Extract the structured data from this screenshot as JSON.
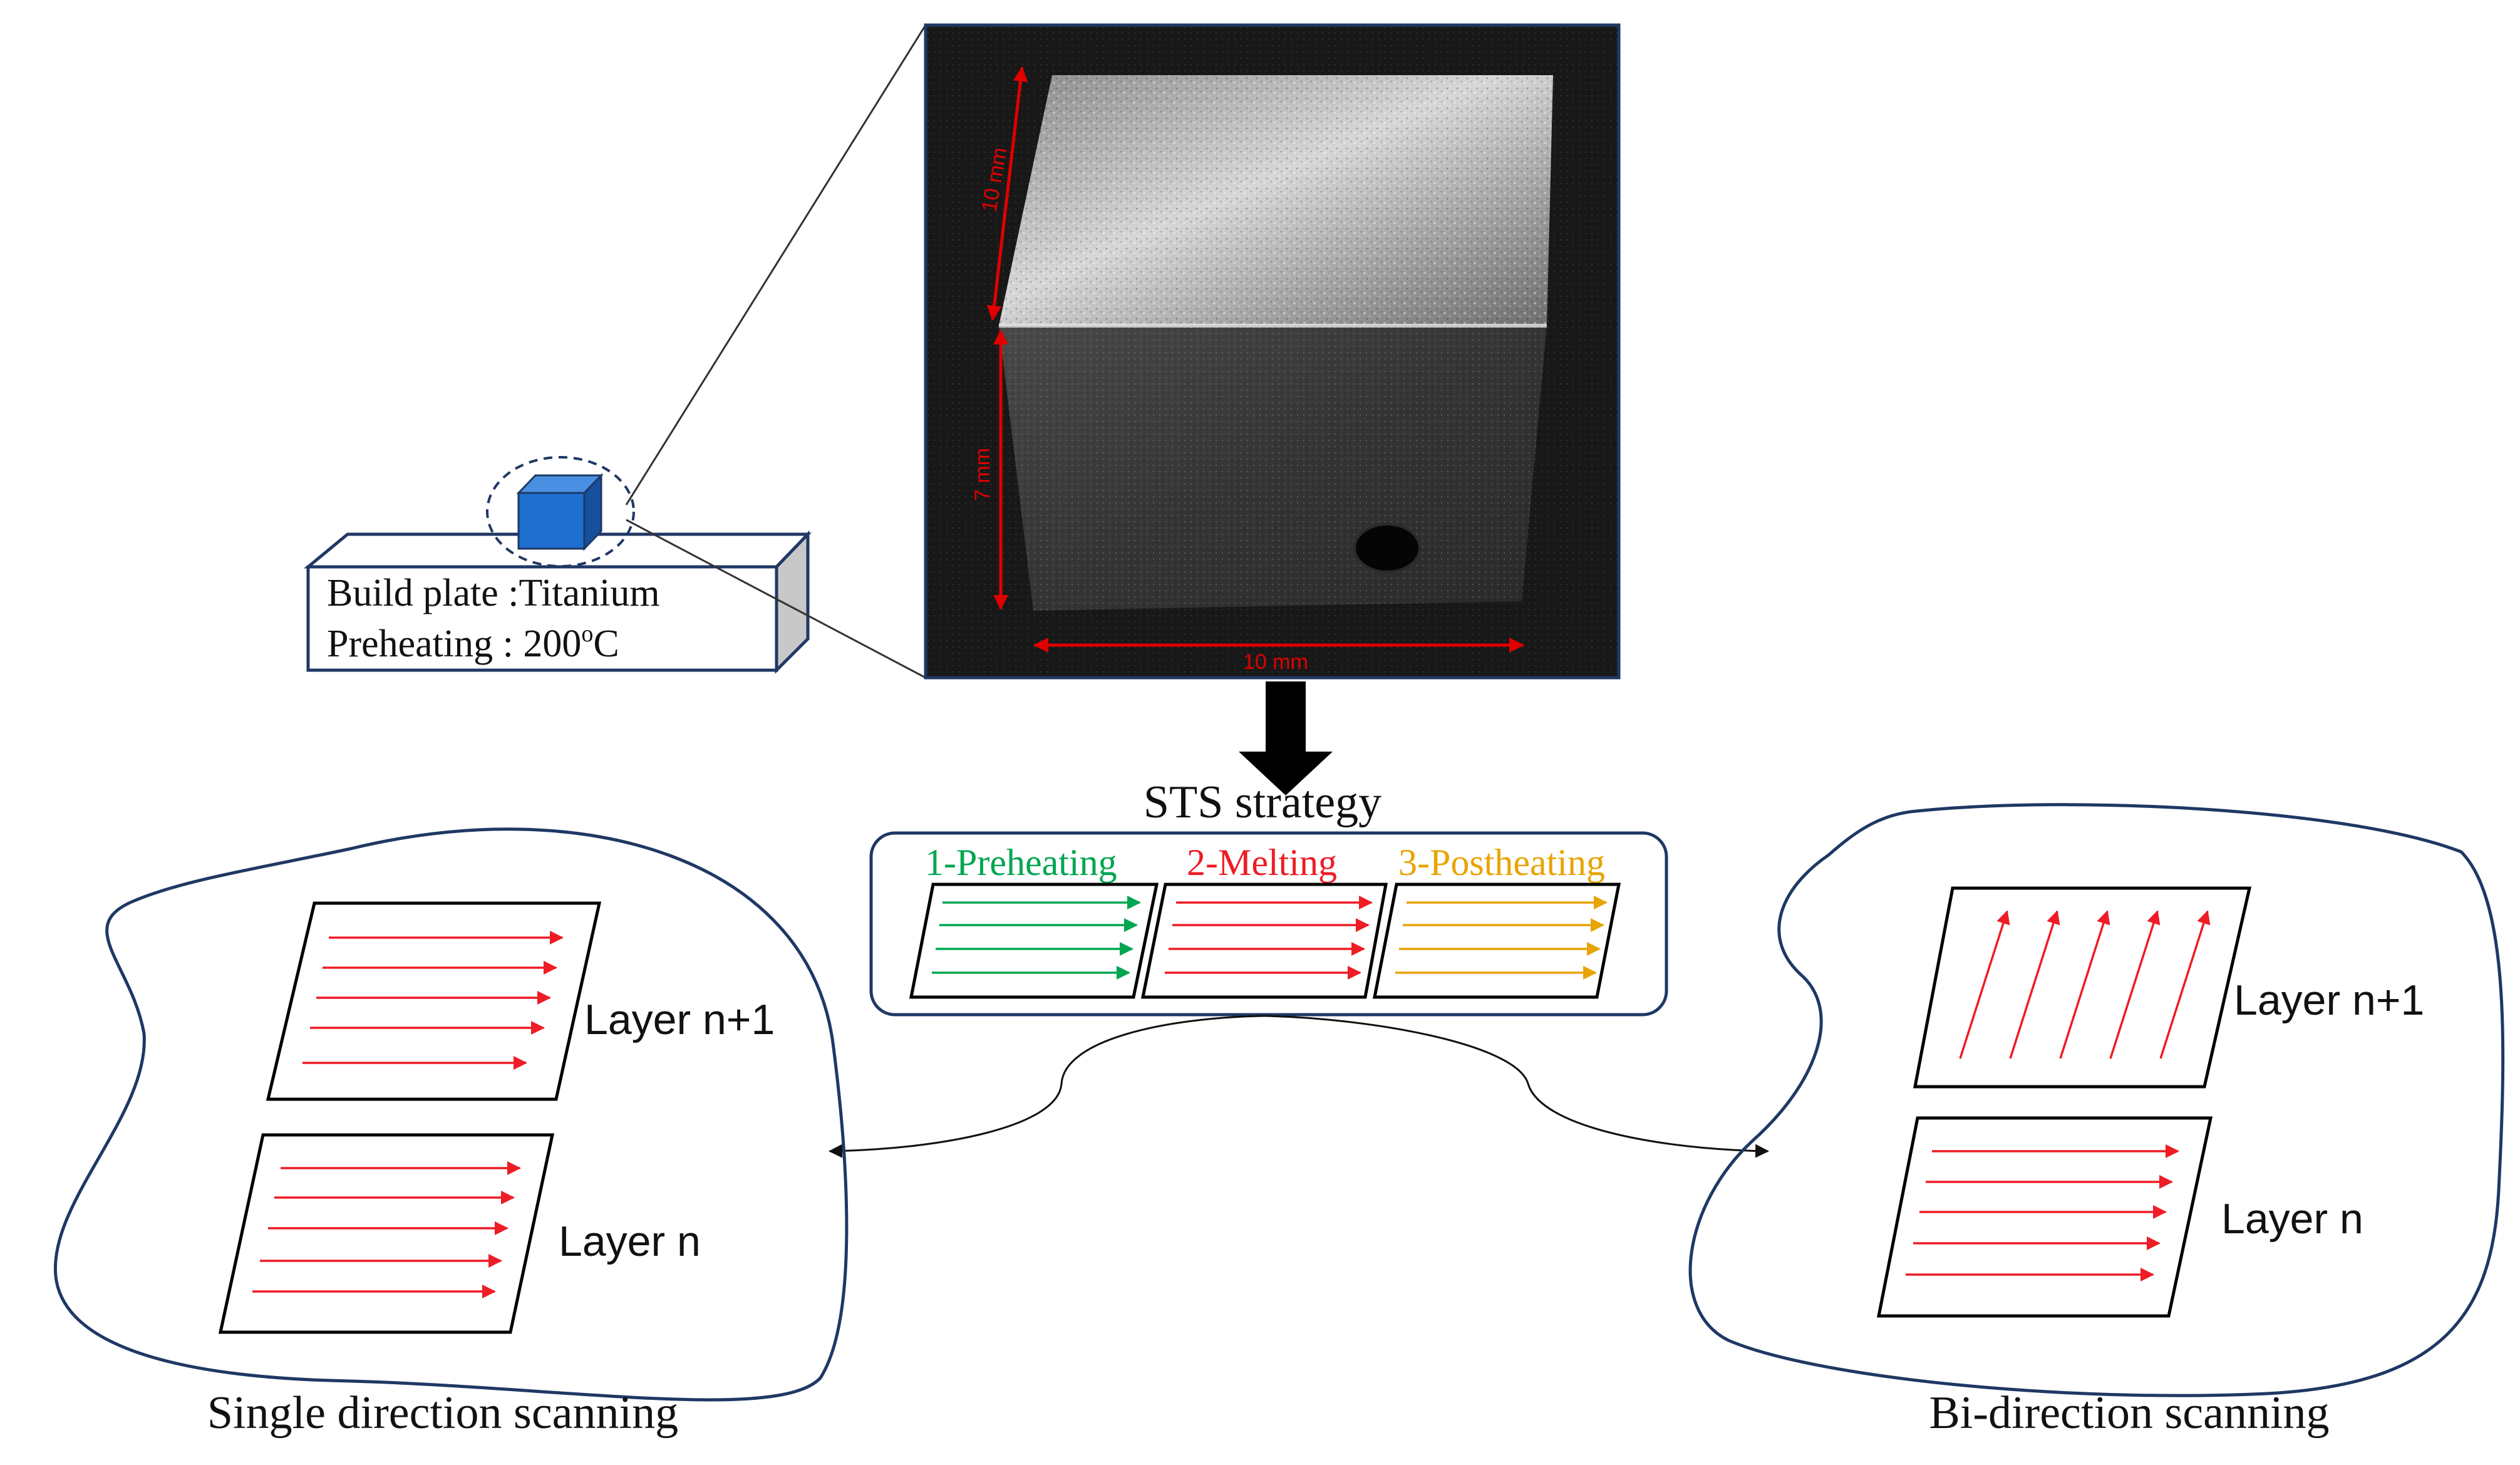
{
  "build_plate": {
    "line1": "Build plate :Titanium",
    "line2_prefix": "Preheating : 200",
    "line2_sup": "o",
    "line2_suffix": "C"
  },
  "sample_photo": {
    "dim_top": "10 mm",
    "dim_side": "7 mm",
    "dim_bottom": "10 mm"
  },
  "sts": {
    "title": "STS strategy",
    "steps": [
      {
        "label": "1-Preheating",
        "color": "#00a651"
      },
      {
        "label": "2-Melting",
        "color": "#ee1c25"
      },
      {
        "label": "3-Postheating",
        "color": "#e8a400"
      }
    ]
  },
  "single": {
    "layer_top": "Layer n+1",
    "layer_bottom": "Layer n",
    "caption": "Single direction scanning"
  },
  "bi": {
    "layer_top": "Layer n+1",
    "layer_bottom": "Layer n",
    "caption": "Bi-direction scanning"
  },
  "colors": {
    "scan_arrow": "#ee1c25",
    "outline": "#1f3864",
    "cube_blue": "#1f6fd1",
    "dimension_red": "#e00000"
  }
}
